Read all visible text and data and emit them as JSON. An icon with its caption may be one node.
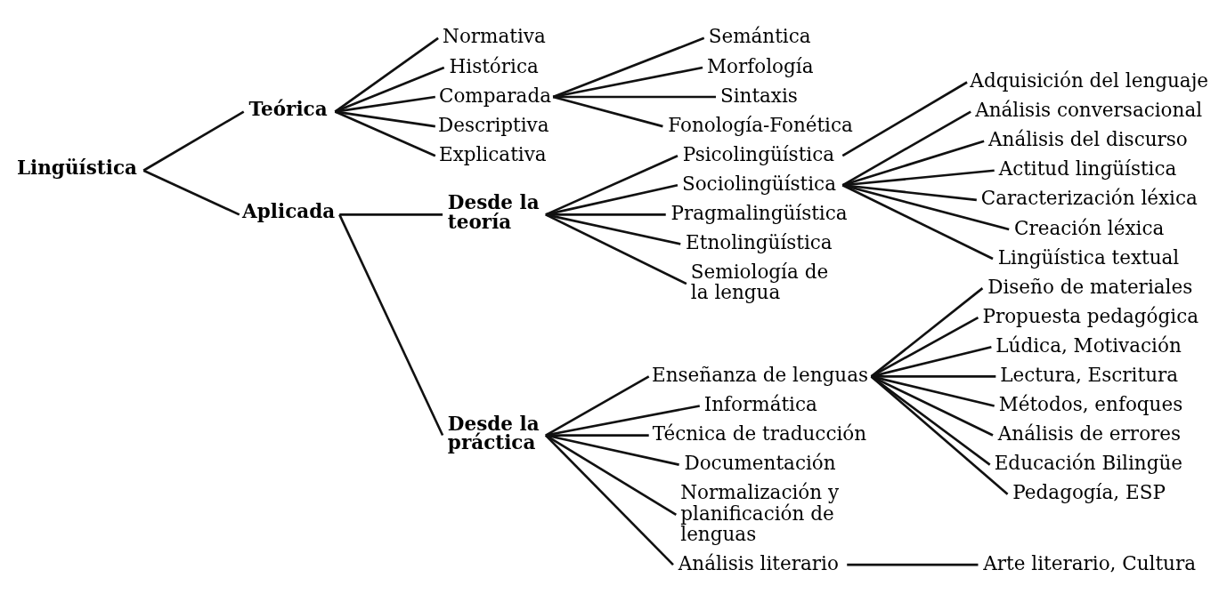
{
  "diagram": {
    "nodes": [
      {
        "text": [
          "Lingüística"
        ]
      },
      {
        "text": [
          "Teórica"
        ]
      },
      {
        "text": [
          "Normativa"
        ]
      },
      {
        "text": [
          "Histórica"
        ]
      },
      {
        "text": [
          "Comparada"
        ]
      },
      {
        "text": [
          "Descriptiva"
        ]
      },
      {
        "text": [
          "Explicativa"
        ]
      },
      {
        "text": [
          "Semántica"
        ]
      },
      {
        "text": [
          "Morfología"
        ]
      },
      {
        "text": [
          "Sintaxis"
        ]
      },
      {
        "text": [
          "Fonología-Fonética"
        ]
      },
      {
        "text": [
          "Aplicada"
        ]
      },
      {
        "text": [
          "Desde la teoría"
        ]
      },
      {
        "text": [
          "Psicolingüística"
        ]
      },
      {
        "text": [
          "Adquisición del lenguaje"
        ]
      },
      {
        "text": [
          "Sociolingüística"
        ]
      },
      {
        "text": [
          "Análisis conversacional"
        ]
      },
      {
        "text": [
          "Análisis del discurso"
        ]
      },
      {
        "text": [
          "Actitud lingüística"
        ]
      },
      {
        "text": [
          "Caracterización léxica"
        ]
      },
      {
        "text": [
          "Creación léxica"
        ]
      },
      {
        "text": [
          "Lingüística textual"
        ]
      },
      {
        "text": [
          "Pragmalingüística"
        ]
      },
      {
        "text": [
          "Etnolingüística"
        ]
      },
      {
        "text": [
          "Semiología de la lengua"
        ]
      },
      {
        "text": [
          "Desde la práctica"
        ]
      },
      {
        "text": [
          "Enseñanza de lenguas"
        ]
      },
      {
        "text": [
          "Diseño de materiales"
        ]
      },
      {
        "text": [
          "Propuesta pedagógica"
        ]
      },
      {
        "text": [
          "Lúdica, Motivación"
        ]
      },
      {
        "text": [
          "Lectura, Escritura"
        ]
      },
      {
        "text": [
          "Métodos, enfoques"
        ]
      },
      {
        "text": [
          "Análisis de errores"
        ]
      },
      {
        "text": [
          "Educación Bilingüe"
        ]
      },
      {
        "text": [
          "Pedagogía, ESP"
        ]
      },
      {
        "text": [
          "Informática"
        ]
      },
      {
        "text": [
          "Técnica de traducción"
        ]
      },
      {
        "text": [
          "Documentación"
        ]
      },
      {
        "text": [
          "Normalización y planificación de lenguas"
        ]
      },
      {
        "text": [
          "Análisis literario"
        ]
      },
      {
        "text": [
          "Arte literario, Cultura"
        ]
      }
    ],
    "edges": [
      {
        "from": 0,
        "to": 1,
        "arrow": "none"
      },
      {
        "from": 1,
        "to": 2,
        "arrow": "none"
      },
      {
        "from": 1,
        "to": 3,
        "arrow": "none"
      },
      {
        "from": 1,
        "to": 4,
        "arrow": "none"
      },
      {
        "from": 1,
        "to": 5,
        "arrow": "none"
      },
      {
        "from": 1,
        "to": 6,
        "arrow": "none"
      },
      {
        "from": 4,
        "to": 7,
        "arrow": "none"
      },
      {
        "from": 4,
        "to": 8,
        "arrow": "none"
      },
      {
        "from": 4,
        "to": 9,
        "arrow": "none"
      },
      {
        "from": 4,
        "to": 10,
        "arrow": "none"
      },
      {
        "from": 0,
        "to": 11,
        "arrow": "none"
      },
      {
        "from": 11,
        "to": 12,
        "arrow": "none"
      },
      {
        "from": 12,
        "to": 13,
        "arrow": "none"
      },
      {
        "from": 13,
        "to": 14,
        "arrow": "none"
      },
      {
        "from": 12,
        "to": 15,
        "arrow": "none"
      },
      {
        "from": 15,
        "to": 16,
        "arrow": "none"
      },
      {
        "from": 15,
        "to": 17,
        "arrow": "none"
      },
      {
        "from": 15,
        "to": 18,
        "arrow": "none"
      },
      {
        "from": 15,
        "to": 19,
        "arrow": "none"
      },
      {
        "from": 15,
        "to": 20,
        "arrow": "none"
      },
      {
        "from": 15,
        "to": 21,
        "arrow": "none"
      },
      {
        "from": 12,
        "to": 22,
        "arrow": "none"
      },
      {
        "from": 12,
        "to": 23,
        "arrow": "none"
      },
      {
        "from": 12,
        "to": 24,
        "arrow": "none"
      },
      {
        "from": 11,
        "to": 25,
        "arrow": "none"
      },
      {
        "from": 25,
        "to": 26,
        "arrow": "none"
      },
      {
        "from": 26,
        "to": 27,
        "arrow": "none"
      },
      {
        "from": 26,
        "to": 28,
        "arrow": "none"
      },
      {
        "from": 26,
        "to": 29,
        "arrow": "none"
      },
      {
        "from": 26,
        "to": 30,
        "arrow": "none"
      },
      {
        "from": 26,
        "to": 31,
        "arrow": "none"
      },
      {
        "from": 26,
        "to": 32,
        "arrow": "none"
      },
      {
        "from": 26,
        "to": 33,
        "arrow": "none"
      },
      {
        "from": 26,
        "to": 34,
        "arrow": "none"
      },
      {
        "from": 25,
        "to": 35,
        "arrow": "none"
      },
      {
        "from": 25,
        "to": 36,
        "arrow": "none"
      },
      {
        "from": 25,
        "to": 37,
        "arrow": "none"
      },
      {
        "from": 25,
        "to": 38,
        "arrow": "none"
      },
      {
        "from": 25,
        "to": 39,
        "arrow": "none"
      },
      {
        "from": 39,
        "to": 40,
        "arrow": "none"
      }
    ]
  }
}
